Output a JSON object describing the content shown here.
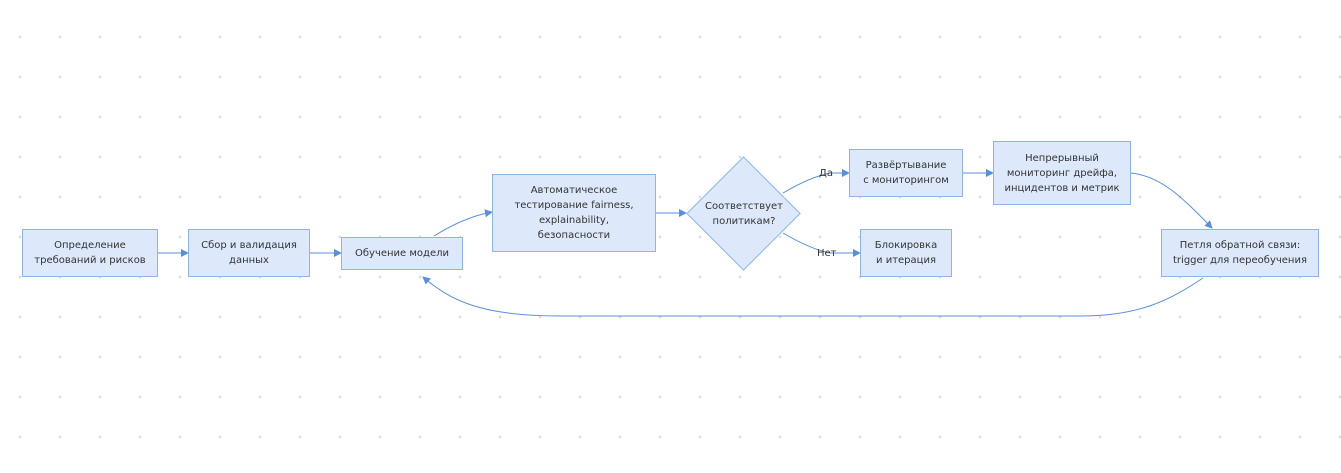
{
  "nodes": {
    "requirements": "Определение\nтребований и рисков",
    "data": "Сбор и валидация\nданных",
    "training": "Обучение модели",
    "testing": "Автоматическое\nтестирование fairness,\nexplainability,\nбезопасности",
    "decision": "Соответствует\nполитикам?",
    "deploy": "Развёртывание\nс мониторингом",
    "block": "Блокировка\nи итерация",
    "monitor": "Непрерывный\nмониторинг дрейфа,\nинцидентов и метрик",
    "feedback": "Петля обратной связи:\ntrigger для переобучения"
  },
  "edges": {
    "yes_label": "Да",
    "no_label": "Нет"
  },
  "colors": {
    "node_fill": "#dde9fb",
    "node_border": "#8fb4e8",
    "edge": "#5b8fd9",
    "text": "#333333"
  }
}
